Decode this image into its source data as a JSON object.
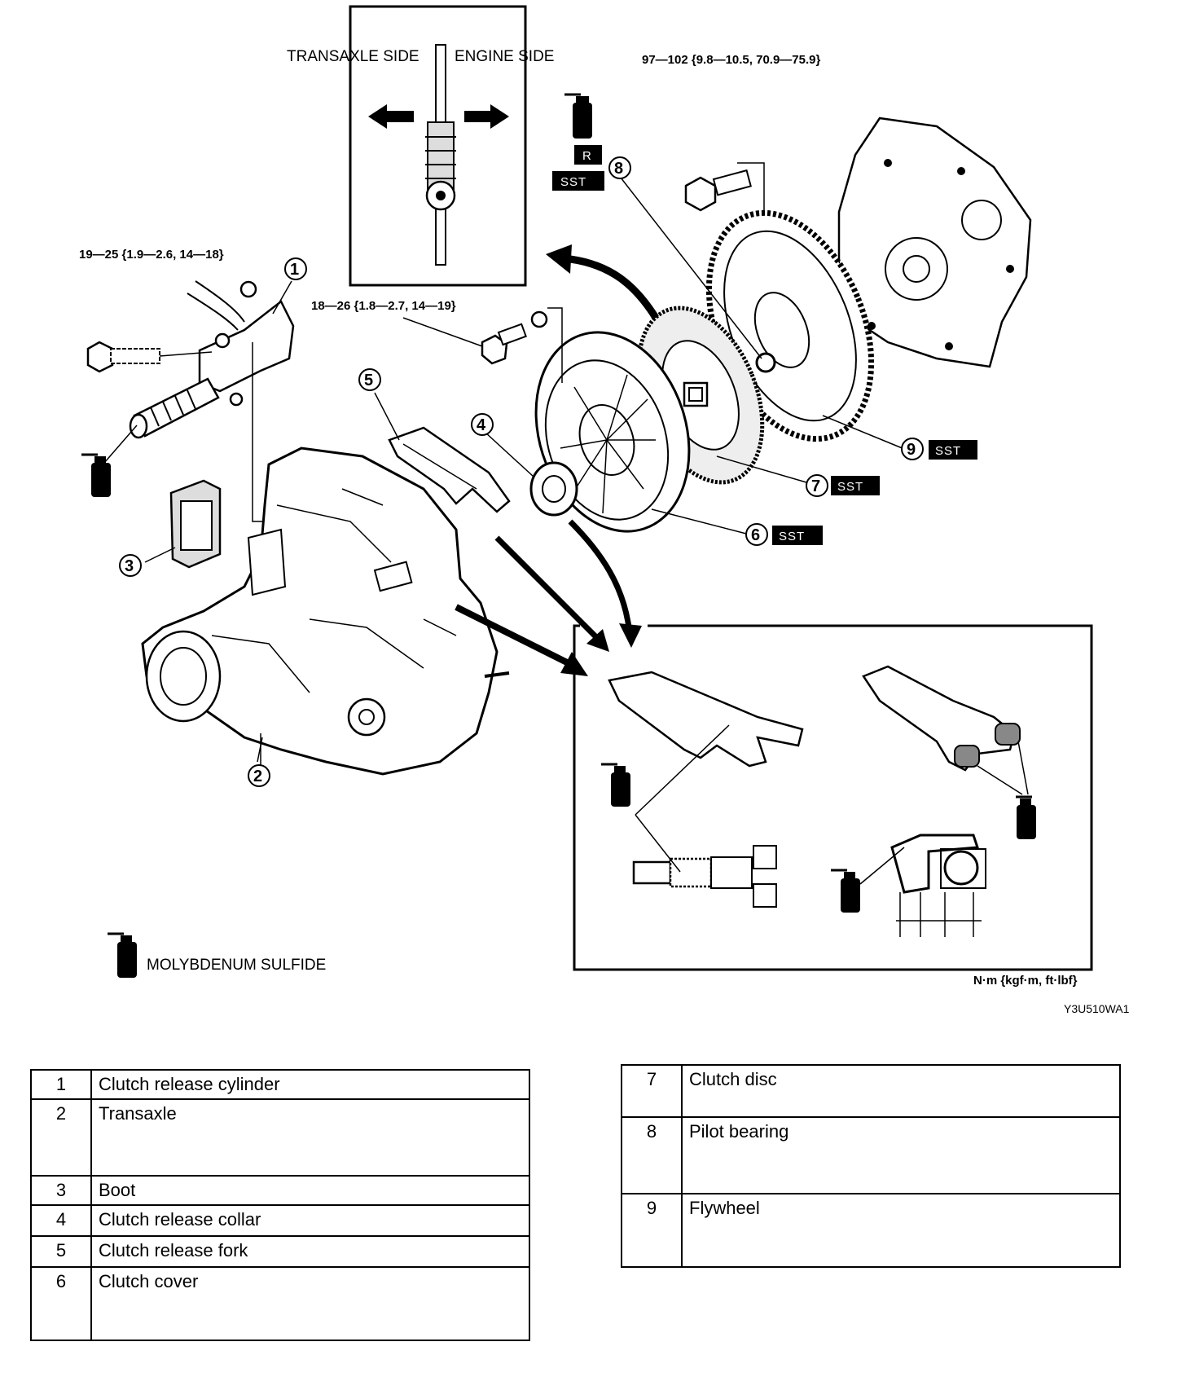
{
  "labels": {
    "transaxle_side": "TRANSAXLE SIDE",
    "engine_side": "ENGINE SIDE",
    "torque_flywheel_bolt": "97—102 {9.8—10.5, 70.9—75.9}",
    "torque_cylinder_bolt": "19—25 {1.9—2.6, 14—18}",
    "torque_cover_bolt": "18—26 {1.8—2.7, 14—19}",
    "legend_text": "MOLYBDENUM SULFIDE",
    "units_note": "N·m {kgf·m, ft·lbf}",
    "figure_code": "Y3U510WA1",
    "tag_r": "R",
    "tag_sst": "SST"
  },
  "callouts": [
    "1",
    "2",
    "3",
    "4",
    "5",
    "6",
    "7",
    "8",
    "9"
  ],
  "parts_left": [
    {
      "num": "1",
      "name": "Clutch release cylinder"
    },
    {
      "num": "2",
      "name": "Transaxle"
    },
    {
      "num": "3",
      "name": "Boot"
    },
    {
      "num": "4",
      "name": "Clutch release collar"
    },
    {
      "num": "5",
      "name": "Clutch release fork"
    },
    {
      "num": "6",
      "name": "Clutch cover"
    }
  ],
  "parts_right": [
    {
      "num": "7",
      "name": "Clutch disc"
    },
    {
      "num": "8",
      "name": "Pilot bearing"
    },
    {
      "num": "9",
      "name": "Flywheel"
    }
  ]
}
